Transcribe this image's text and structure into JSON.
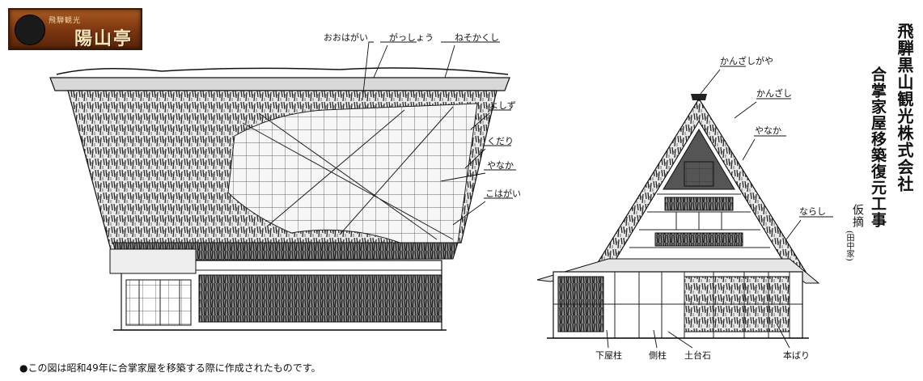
{
  "logo": {
    "small_text": "飛騨観光",
    "name": "陽山亭"
  },
  "title": {
    "main": "飛騨黒山観光株式会社",
    "sub": "合掌家屋移築復元工事",
    "note": "仮摘",
    "paren": "(田中家)"
  },
  "left_labels": {
    "oohagai": "おおはがい",
    "gassho": "がっしょう",
    "nesokakushi": "ねそかくし",
    "yoshizu": "よしず",
    "kudari": "くだり",
    "yanaka": "やなか",
    "kohagai": "こはがい"
  },
  "right_labels": {
    "kanzashigaya": "かんざしがや",
    "kanzashi": "かんざし",
    "yanaka": "やなか",
    "narashi": "ならし",
    "geyabashira": "下屋柱",
    "gawabashira": "側柱",
    "dodaiishi": "土台石",
    "honbari": "本ばり"
  },
  "caption": "●この図は昭和49年に合掌家屋を移築する際に作成されたものです。"
}
